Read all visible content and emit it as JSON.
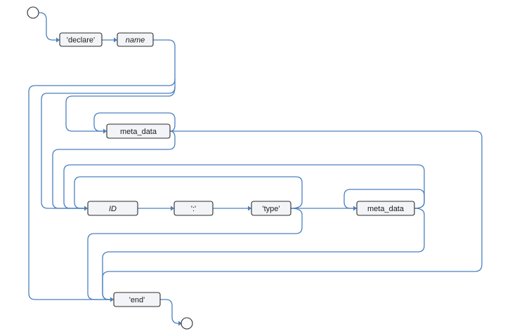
{
  "diagram": {
    "nodes": {
      "declare": "'declare'",
      "name": "name",
      "meta_data_top": "meta_data",
      "id": "ID",
      "colon": "':'",
      "type": "'type'",
      "meta_data_field": "meta_data",
      "end": "'end'"
    },
    "colors": {
      "track": "#4a7fbf",
      "node_fill": "#f2f4f7",
      "node_stroke": "#2b2b2b"
    }
  }
}
